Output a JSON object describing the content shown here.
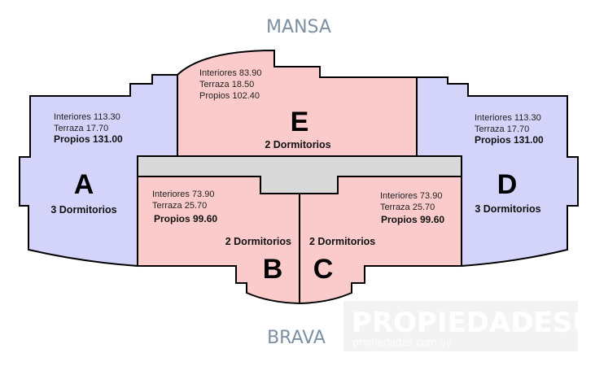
{
  "labels": {
    "top": "MANSA",
    "bottom": "BRAVA"
  },
  "units": {
    "A": {
      "letter": "A",
      "interiores": "Interiores 113.30",
      "terraza": "Terraza 17.70",
      "propios": "Propios 131.00",
      "dormitorios": "3 Dormitorios"
    },
    "B": {
      "letter": "B",
      "interiores": "Interiores 73.90",
      "terraza": "Terraza 25.70",
      "propios": "Propios 99.60",
      "dormitorios": "2 Dormitorios"
    },
    "C": {
      "letter": "C",
      "interiores": "Interiores 73.90",
      "terraza": "Terraza 25.70",
      "propios": "Propios 99.60",
      "dormitorios": "2 Dormitorios"
    },
    "D": {
      "letter": "D",
      "interiores": "Interiores 113.30",
      "terraza": "Terraza 17.70",
      "propios": "Propios 131.00",
      "dormitorios": "3 Dormitorios"
    },
    "E": {
      "letter": "E",
      "interiores": "Interiores 83.90",
      "terraza": "Terraza 18.50",
      "propios": "Propios 102.40",
      "dormitorios": "2 Dormitorios"
    }
  },
  "watermark": {
    "brand": "PROPIEDADESUY",
    "url": "propiedades.com.uy"
  },
  "colors": {
    "blue_units": "#d4d4fb",
    "pink_units": "#fbcbcb",
    "common": "#d9d9d9",
    "side_label": "#7d8fa3"
  }
}
